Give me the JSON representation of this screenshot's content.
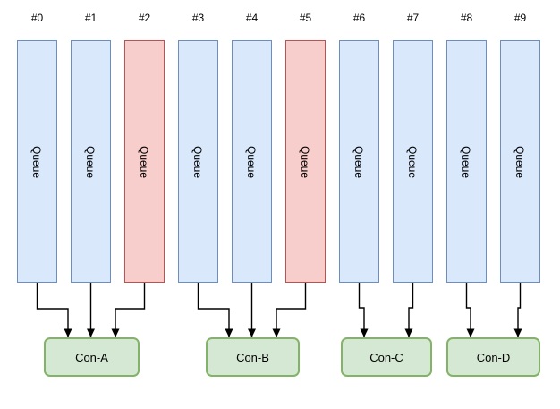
{
  "diagram": {
    "title": "",
    "queues": [
      {
        "label": "#0",
        "body": "Queue",
        "state": "normal",
        "consumer": "Con-A"
      },
      {
        "label": "#1",
        "body": "Queue",
        "state": "normal",
        "consumer": "Con-A"
      },
      {
        "label": "#2",
        "body": "Queue",
        "state": "highlighted",
        "consumer": "Con-A"
      },
      {
        "label": "#3",
        "body": "Queue",
        "state": "normal",
        "consumer": "Con-B"
      },
      {
        "label": "#4",
        "body": "Queue",
        "state": "normal",
        "consumer": "Con-B"
      },
      {
        "label": "#5",
        "body": "Queue",
        "state": "highlighted",
        "consumer": "Con-B"
      },
      {
        "label": "#6",
        "body": "Queue",
        "state": "normal",
        "consumer": "Con-C"
      },
      {
        "label": "#7",
        "body": "Queue",
        "state": "normal",
        "consumer": "Con-C"
      },
      {
        "label": "#8",
        "body": "Queue",
        "state": "normal",
        "consumer": "Con-D"
      },
      {
        "label": "#9",
        "body": "Queue",
        "state": "normal",
        "consumer": "Con-D"
      }
    ],
    "consumers": [
      {
        "label": "Con-A",
        "sources": [
          "#0",
          "#1",
          "#2"
        ]
      },
      {
        "label": "Con-B",
        "sources": [
          "#3",
          "#4",
          "#5"
        ]
      },
      {
        "label": "Con-C",
        "sources": [
          "#6",
          "#7"
        ]
      },
      {
        "label": "Con-D",
        "sources": [
          "#8",
          "#9"
        ]
      }
    ],
    "colors": {
      "queue_fill": "#dae8fc",
      "queue_stroke": "#6c8ebf",
      "highlight_fill": "#f8cecc",
      "highlight_stroke": "#b85450",
      "consumer_fill": "#d5e8d4",
      "consumer_stroke": "#82b366",
      "arrow": "#000000",
      "background": "#ffffff"
    }
  }
}
